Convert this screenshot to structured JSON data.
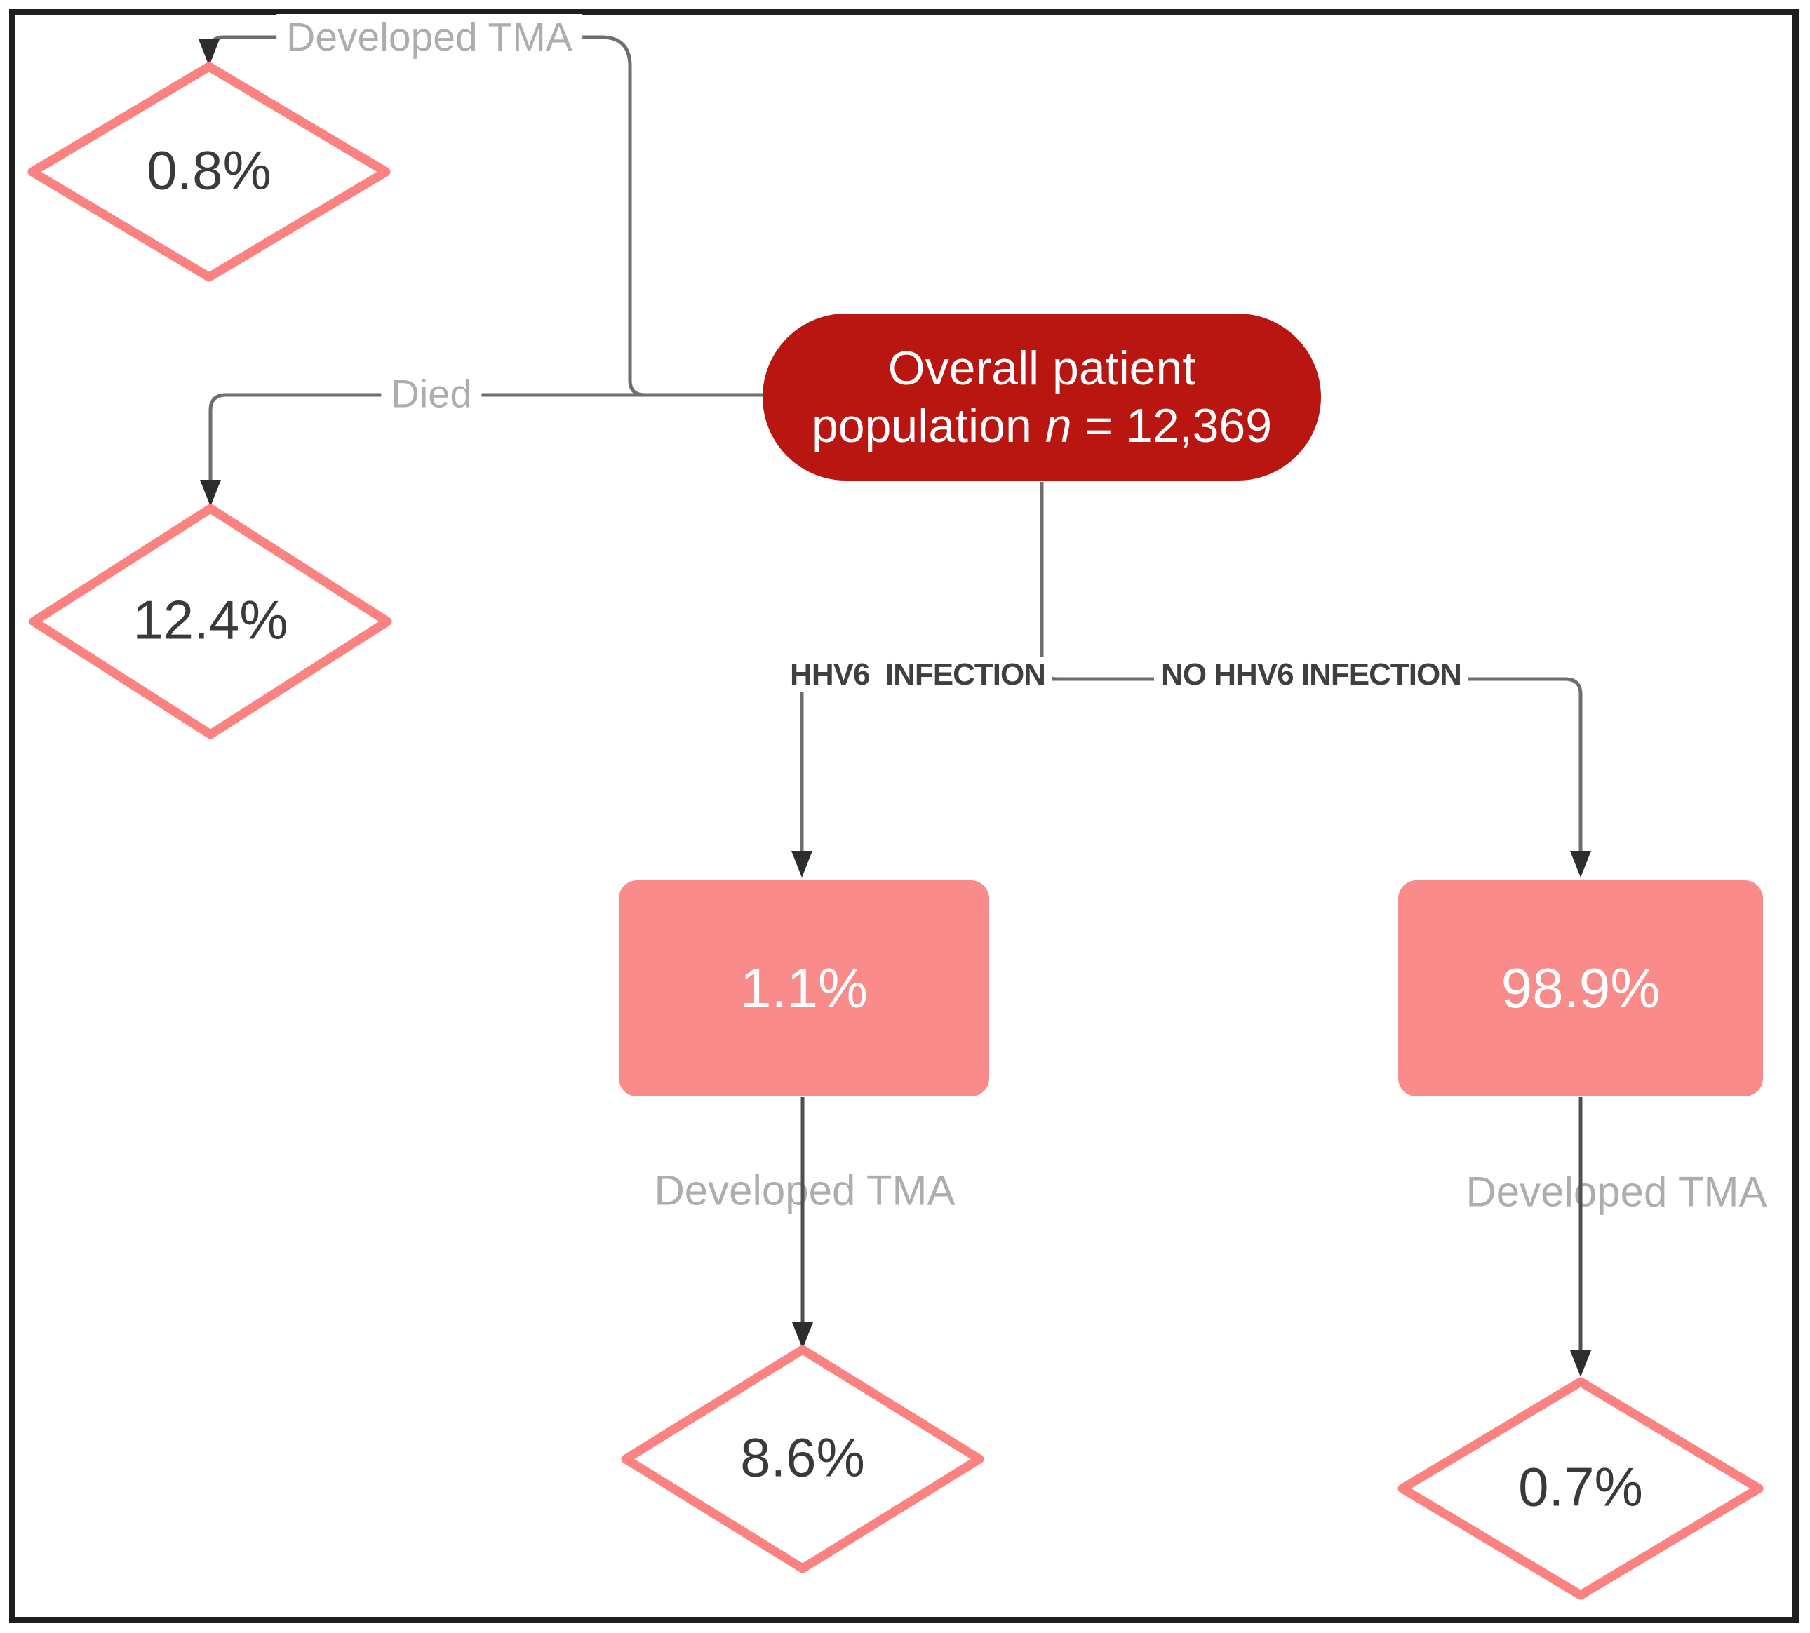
{
  "root_node": {
    "line1": "Overall patient",
    "line2_prefix": "population ",
    "line2_italic": "n",
    "line2_suffix": " = 12,369"
  },
  "branch_labels": {
    "hhv6": "HHV6  INFECTION",
    "no_hhv6": "NO HHV6 INFECTION"
  },
  "edge_labels": {
    "developed_tma_top": "Developed TMA",
    "died": "Died",
    "developed_tma_hhv6": "Developed TMA",
    "developed_tma_no_hhv6": "Developed TMA"
  },
  "outcome_nodes": {
    "tma_overall": "0.8%",
    "died_overall": "12.4%",
    "hhv6_infection": "1.1%",
    "no_hhv6_infection": "98.9%",
    "tma_hhv6": "8.6%",
    "tma_no_hhv6": "0.7%"
  },
  "colors": {
    "root_fill": "#b91511",
    "branch_box_fill": "#f98b8b",
    "diamond_border": "#fc8282",
    "connector": "#6e6e6e",
    "connector_dark": "#4f4f4f",
    "arrowhead": "#2d2d2d",
    "edge_label_gray": "#adadad",
    "branch_label_dark": "#3f3f3f",
    "value_text": "#3a3a3a",
    "frame_border": "#1e1e1e",
    "background": "#ffffff"
  }
}
